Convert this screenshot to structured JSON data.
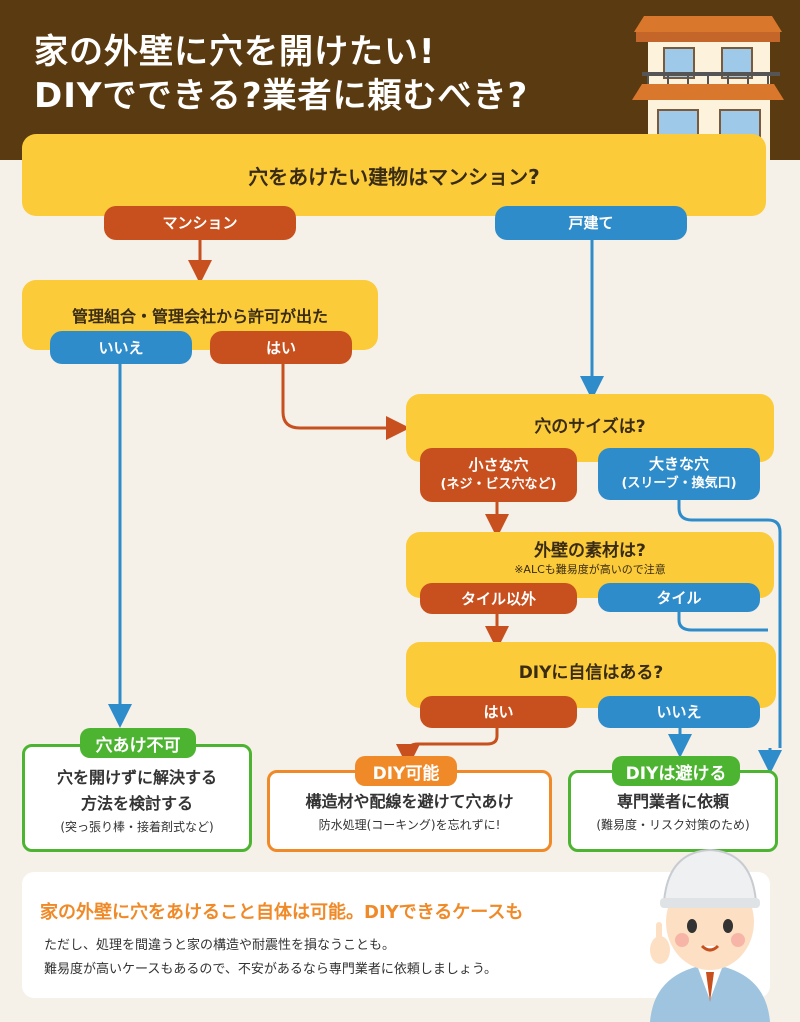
{
  "header": {
    "title_line1": "家の外壁に穴を開けたい!",
    "title_line2": "DIYでできる?業者に頼むべき?"
  },
  "flow": {
    "q_building": "穴をあけたい建物はマンション?",
    "opt_mansion": "マンション",
    "opt_house": "戸建て",
    "q_permission": "管理組合・管理会社から許可が出た",
    "opt_perm_no": "いいえ",
    "opt_perm_yes": "はい",
    "q_size": "穴のサイズは?",
    "opt_small": "小さな穴",
    "opt_small_sub": "(ネジ・ビス穴など)",
    "opt_large": "大きな穴",
    "opt_large_sub": "(スリーブ・換気口)",
    "q_material": "外壁の素材は?",
    "q_material_note": "※ALCも難易度が高いので注意",
    "opt_not_tile": "タイル以外",
    "opt_tile": "タイル",
    "q_confidence": "DIYに自信はある?",
    "opt_conf_yes": "はい",
    "opt_conf_no": "いいえ"
  },
  "results": {
    "no_hole": {
      "tag": "穴あけ不可",
      "line1": "穴を開けずに解決する",
      "line2": "方法を検討する",
      "sub": "(突っ張り棒・接着剤式など)"
    },
    "diy_ok": {
      "tag": "DIY可能",
      "line1": "構造材や配線を避けて穴あけ",
      "sub": "防水処理(コーキング)を忘れずに!"
    },
    "avoid_diy": {
      "tag": "DIYは避ける",
      "line1": "専門業者に依頼",
      "sub": "(難易度・リスク対策のため)"
    }
  },
  "summary": {
    "headline": "家の外壁に穴をあけること自体は可能。DIYできるケースも",
    "line1": "ただし、処理を間違うと家の構造や耐震性を損なうことも。",
    "line2": "難易度が高いケースもあるので、不安があるなら専門業者に依頼しましょう。"
  },
  "colors": {
    "header_bg": "#5a3a10",
    "question_yellow": "#fbcb3a",
    "option_orange": "#c8501e",
    "option_blue": "#2f8ccb",
    "result_green": "#4cb430",
    "result_orange": "#f08a28",
    "summary_headline": "#f08a28"
  }
}
